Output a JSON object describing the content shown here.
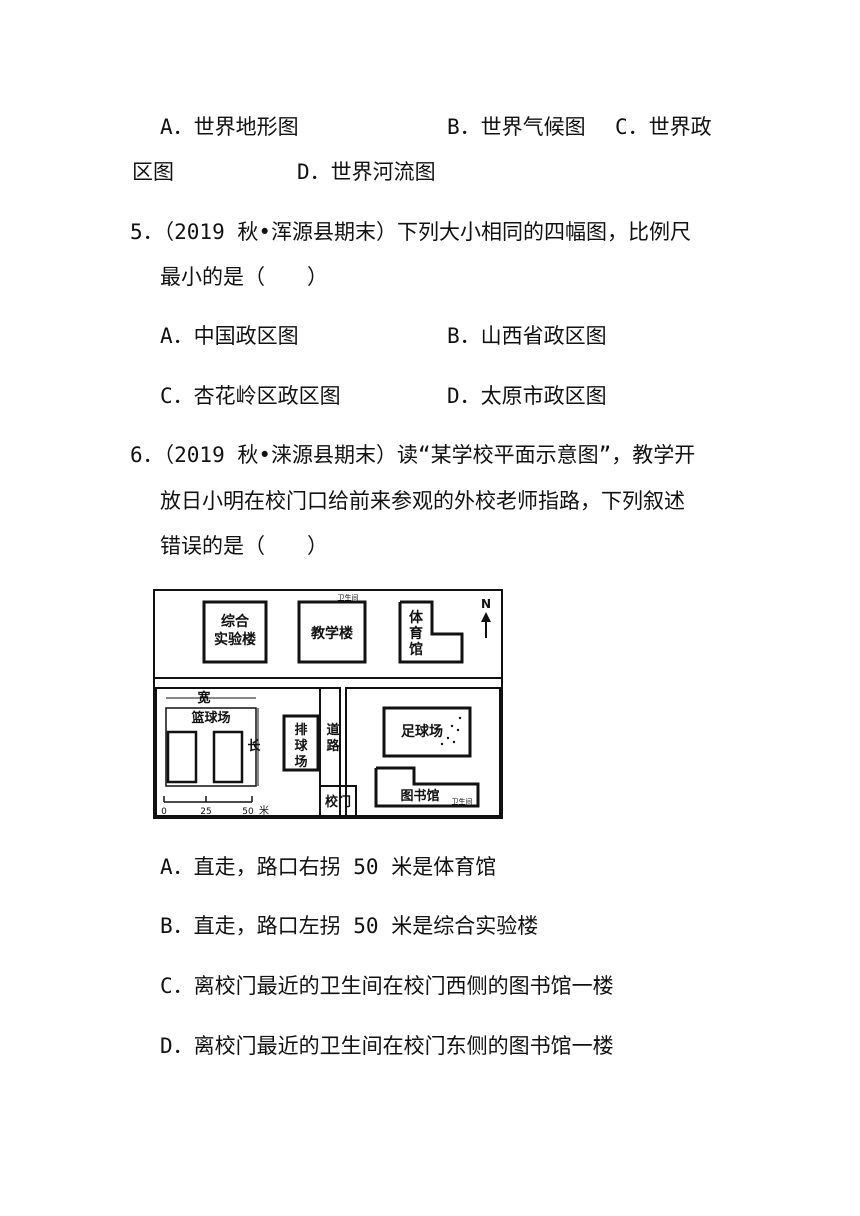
{
  "q4_tail": {
    "optA": "A．世界地形图",
    "optB": "B．世界气候图",
    "optC_start": "C．世界政",
    "optC_end": "区图",
    "optD": "D．世界河流图"
  },
  "q5": {
    "stem_line1": "5．（2019 秋•浑源县期末）下列大小相同的四幅图，比例尺",
    "stem_line2": "最小的是（　　）",
    "optA": "A．中国政区图",
    "optB": "B．山西省政区图",
    "optC": "C．杏花岭区政区图",
    "optD": "D．太原市政区图"
  },
  "q6": {
    "stem_line1": "6．（2019 秋•涞源县期末）读“某学校平面示意图”，教学开",
    "stem_line2": "放日小明在校门口给前来参观的外校老师指路，下列叙述",
    "stem_line3": "错误的是（　　）",
    "optA": "A．直走，路口右拐 50 米是体育馆",
    "optB": "B．直走，路口左拐 50 米是综合实验楼",
    "optC": "C．离校门最近的卫生间在校门西侧的图书馆一楼",
    "optD": "D．离校门最近的卫生间在校门东侧的图书馆一楼",
    "map": {
      "lab_building_1": "综合",
      "lab_building_2": "实验楼",
      "teaching_building": "教学楼",
      "toilet_1": "卫生间",
      "gym_1": "体",
      "gym_2": "育",
      "gym_3": "馆",
      "north": "N",
      "width_label": "宽",
      "basketball": "篮球场",
      "length_label": "长",
      "volleyball_1": "排",
      "volleyball_2": "球",
      "volleyball_3": "场",
      "road_1": "道",
      "road_2": "路",
      "football": "足球场",
      "gate": "校门",
      "library": "图书馆",
      "toilet_2": "卫生间",
      "scale_0": "0",
      "scale_25": "25",
      "scale_50": "50",
      "scale_unit": "米"
    }
  }
}
